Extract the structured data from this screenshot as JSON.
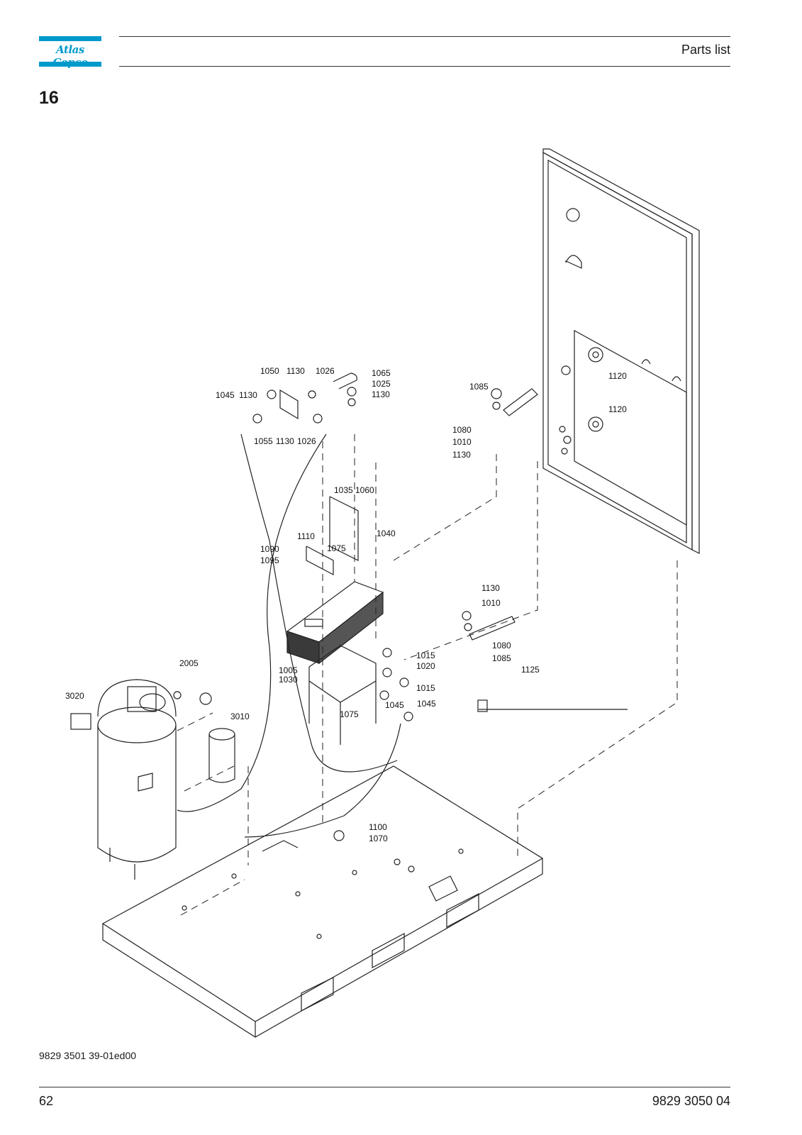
{
  "header": {
    "brand": "Atlas Copco",
    "section_title": "Parts list",
    "brand_color": "#0099cc"
  },
  "chapter_number": "16",
  "callouts": [
    {
      "id": "c1050",
      "text": "1050"
    },
    {
      "id": "c1130a",
      "text": "1130"
    },
    {
      "id": "c1026a",
      "text": "1026"
    },
    {
      "id": "c1065",
      "text": "1065"
    },
    {
      "id": "c1025",
      "text": "1025"
    },
    {
      "id": "c1130b",
      "text": "1130"
    },
    {
      "id": "c1045a",
      "text": "1045"
    },
    {
      "id": "c1130c",
      "text": "1130"
    },
    {
      "id": "c1055",
      "text": "1055"
    },
    {
      "id": "c1130d",
      "text": "1130"
    },
    {
      "id": "c1026b",
      "text": "1026"
    },
    {
      "id": "c1085a",
      "text": "1085"
    },
    {
      "id": "c1120a",
      "text": "1120"
    },
    {
      "id": "c1120b",
      "text": "1120"
    },
    {
      "id": "c1080a",
      "text": "1080"
    },
    {
      "id": "c1010a",
      "text": "1010"
    },
    {
      "id": "c1130e",
      "text": "1130"
    },
    {
      "id": "c1035",
      "text": "1035"
    },
    {
      "id": "c1060",
      "text": "1060"
    },
    {
      "id": "c1040",
      "text": "1040"
    },
    {
      "id": "c1110",
      "text": "1110"
    },
    {
      "id": "c1075a",
      "text": "1075"
    },
    {
      "id": "c1090",
      "text": "1090"
    },
    {
      "id": "c1095",
      "text": "1095"
    },
    {
      "id": "c1130f",
      "text": "1130"
    },
    {
      "id": "c1010b",
      "text": "1010"
    },
    {
      "id": "c1080b",
      "text": "1080"
    },
    {
      "id": "c1085b",
      "text": "1085"
    },
    {
      "id": "c1015a",
      "text": "1015"
    },
    {
      "id": "c1020",
      "text": "1020"
    },
    {
      "id": "c1015b",
      "text": "1015"
    },
    {
      "id": "c1045b",
      "text": "1045"
    },
    {
      "id": "c1045c",
      "text": "1045"
    },
    {
      "id": "c1125",
      "text": "1125"
    },
    {
      "id": "c1005",
      "text": "1005"
    },
    {
      "id": "c1030",
      "text": "1030"
    },
    {
      "id": "c1075b",
      "text": "1075"
    },
    {
      "id": "c2005",
      "text": "2005"
    },
    {
      "id": "c3020",
      "text": "3020"
    },
    {
      "id": "c3010",
      "text": "3010"
    },
    {
      "id": "c1100",
      "text": "1100"
    },
    {
      "id": "c1070",
      "text": "1070"
    }
  ],
  "footer": {
    "drawing_ref": "9829 3501 39-01ed00",
    "page_number": "62",
    "doc_number": "9829 3050 04"
  }
}
